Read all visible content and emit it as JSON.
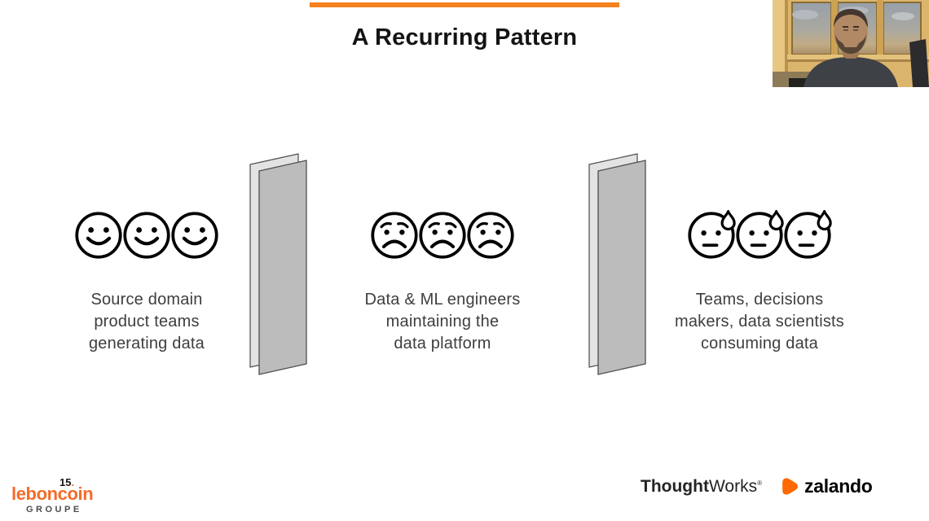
{
  "slide": {
    "title": "A Recurring Pattern",
    "accent_color": "#F5821F"
  },
  "groups": [
    {
      "icon": "happy-face",
      "caption_lines": [
        "Source domain",
        "product teams",
        "generating data"
      ]
    },
    {
      "icon": "worried-face",
      "caption_lines": [
        "Data & ML engineers",
        "maintaining the",
        "data platform"
      ]
    },
    {
      "icon": "sweating-face",
      "caption_lines": [
        "Teams, decisions",
        "makers, data scientists",
        "consuming data"
      ]
    }
  ],
  "footer": {
    "leboncoin": {
      "anniversary_number": "15",
      "anniversary_dot": ".",
      "wordmark": "leboncoin",
      "subtitle": "GROUPE",
      "brand_color": "#F56B2A"
    },
    "thoughtworks": {
      "wordmark_bold": "Thought",
      "wordmark_regular": "Works",
      "registered_mark": "®"
    },
    "zalando": {
      "wordmark": "zalando",
      "icon_color": "#FF6900"
    }
  }
}
